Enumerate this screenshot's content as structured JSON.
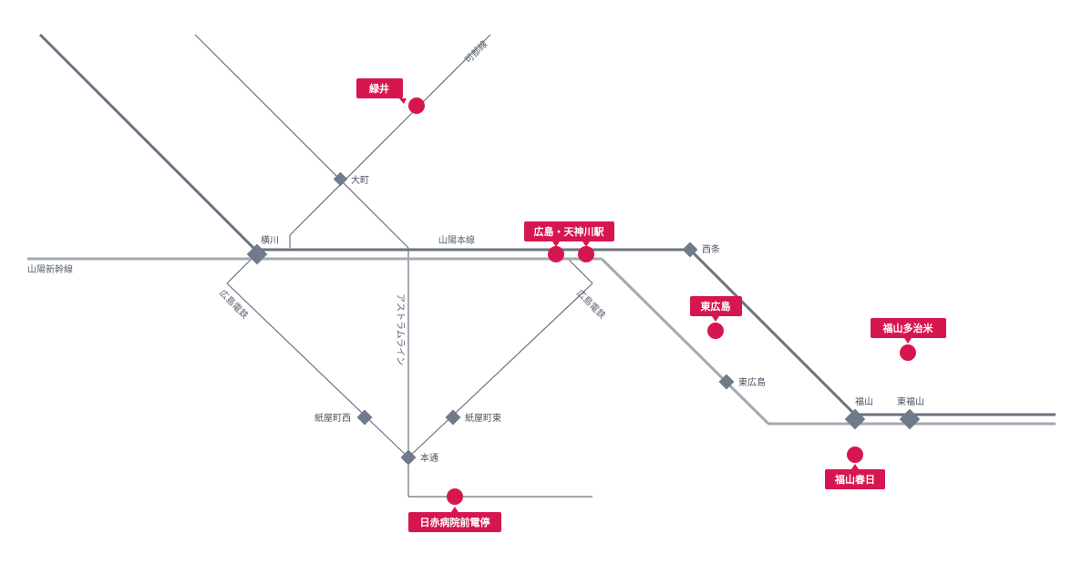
{
  "colors": {
    "line_dark": "#6b7280",
    "line_light": "#a3aab3",
    "station_marker": "#6f7a8a",
    "highlight": "#d6174f",
    "label_text": "#4a5260",
    "callout_text": "#ffffff"
  },
  "lines": {
    "sanyo_shinkansen": "山陽新幹線",
    "sanyo_main": "山陽本線",
    "kabe": "可部線",
    "astram": "アストラムライン",
    "hiroden_left": "広島電鉄",
    "hiroden_right": "広島電鉄"
  },
  "stations": {
    "omachi": "大町",
    "yokogawa": "横川",
    "saijo": "西条",
    "higashi_hiroshima": "東広島",
    "fukuyama": "福山",
    "higashi_fukuyama": "東福山",
    "kamiyacho_nishi": "紙屋町西",
    "kamiyacho_higashi": "紙屋町東",
    "hondori": "本通"
  },
  "highlights": {
    "midorii": "緑井",
    "hiroshima_tenjingawa": "広島・天神川駅",
    "higashi_hiroshima": "東広島",
    "fukuyama_taji": "福山多治米",
    "fukuyama_kasuga": "福山春日",
    "nisseki_byoin": "日赤病院前電停"
  }
}
